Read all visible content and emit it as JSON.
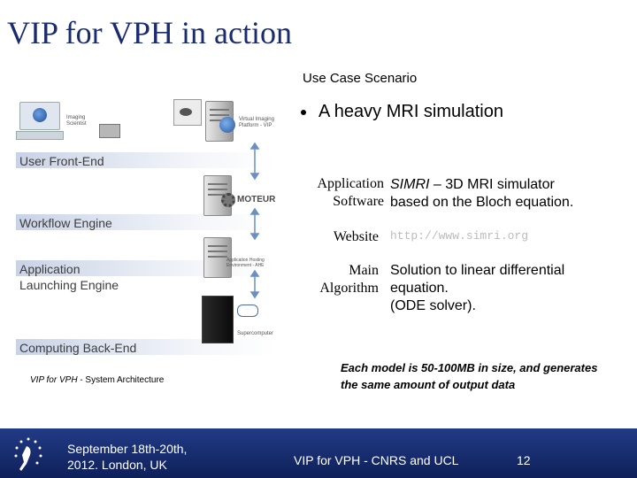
{
  "slide": {
    "title": "VIP for VPH in action",
    "subtitle": "Use Case Scenario",
    "bullet": "A heavy MRI simulation"
  },
  "info": {
    "app_label": "Application\nSoftware",
    "app_value_name": "SIMRI",
    "app_value_rest": " – 3D MRI simulator\nbased on the Bloch equation.",
    "website_label": "Website",
    "website_value": "http://www.simri.org",
    "algo_label": "Main\nAlgorithm",
    "algo_value": "Solution to linear differential\nequation.\n(ODE solver)."
  },
  "note": "Each model is 50-100MB in size, and generates the same amount of output data",
  "diagram": {
    "layers": {
      "front": "User Front-End",
      "workflow": "Workflow Engine",
      "launch": "Application\nLaunching Engine",
      "compute": "Computing Back-End"
    },
    "caption_italic": "VIP for VPH",
    "caption_rest": " - System Architecture",
    "small_labels": {
      "imaging": "Imaging\nScientist",
      "portal": "Virtual Imaging\nPlatform - VIP",
      "moteur": "MOTEUR",
      "hosting": "Application Hosting\nEnvironment - AHE",
      "super": "Supercomputer"
    }
  },
  "footer": {
    "dates": "September 18th-20th,\n2012. London, UK",
    "org": "VIP for VPH - CNRS and UCL",
    "page": "12"
  },
  "colors": {
    "title": "#1a2b6e",
    "footer": "#1a2f74",
    "arrow": "#6a8fc0"
  }
}
